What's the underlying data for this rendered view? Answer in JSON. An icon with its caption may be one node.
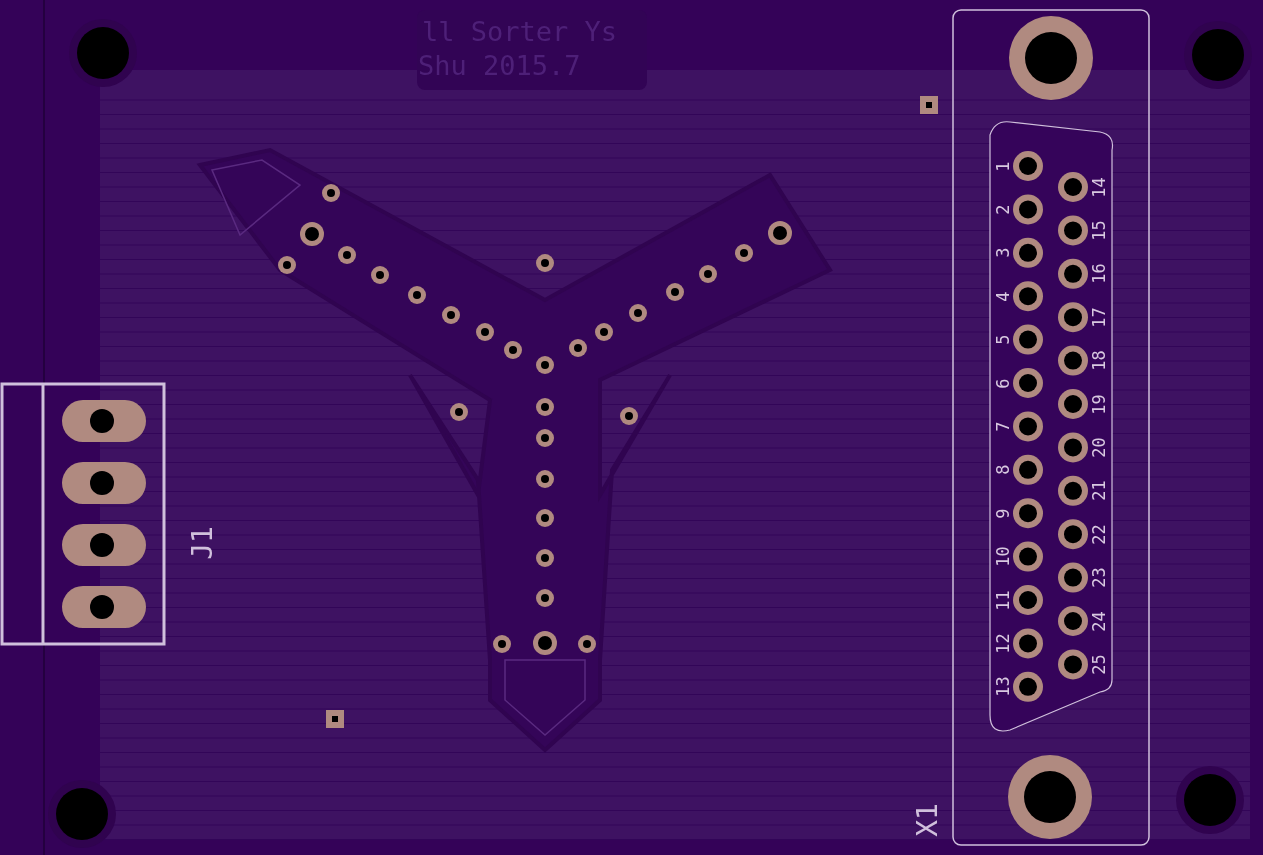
{
  "diagram": {
    "labels": [
      "ll Sorter Ys",
      "Shu 2015.7",
      "1",
      "2",
      "3",
      "4",
      "5",
      "6",
      "7",
      "8",
      "9",
      "10",
      "11",
      "12",
      "13",
      "14",
      "15",
      "16",
      "17",
      "18",
      "19",
      "20",
      "21",
      "22",
      "23",
      "24",
      "25",
      "J1",
      "X1"
    ]
  }
}
